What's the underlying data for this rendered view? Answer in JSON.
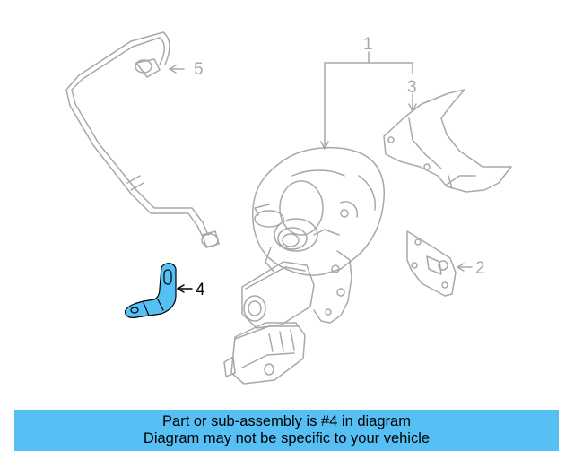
{
  "diagram": {
    "callouts": [
      {
        "number": "1"
      },
      {
        "number": "2"
      },
      {
        "number": "3"
      },
      {
        "number": "4",
        "highlighted": true
      },
      {
        "number": "5"
      }
    ],
    "highlight_color": "#56c0f5",
    "line_color": "#a8a8a8"
  },
  "banner": {
    "line1": "Part or sub-assembly is #4 in diagram",
    "line2": "Diagram may not be specific to your vehicle",
    "color": "#56c0f5"
  }
}
